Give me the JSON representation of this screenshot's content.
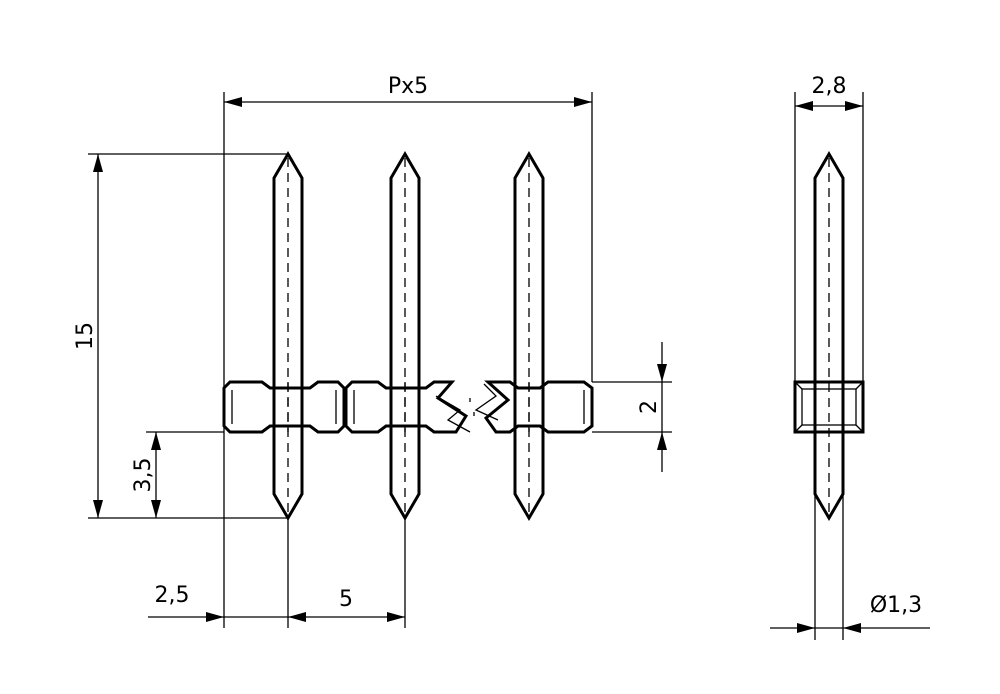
{
  "dimensions": {
    "pitch_count": "Px5",
    "width": "2,8",
    "length": "15",
    "insulator_height": "2",
    "lower_length": "3,5",
    "edge_offset": "2,5",
    "pitch": "5",
    "diameter": "Ø1,3"
  }
}
